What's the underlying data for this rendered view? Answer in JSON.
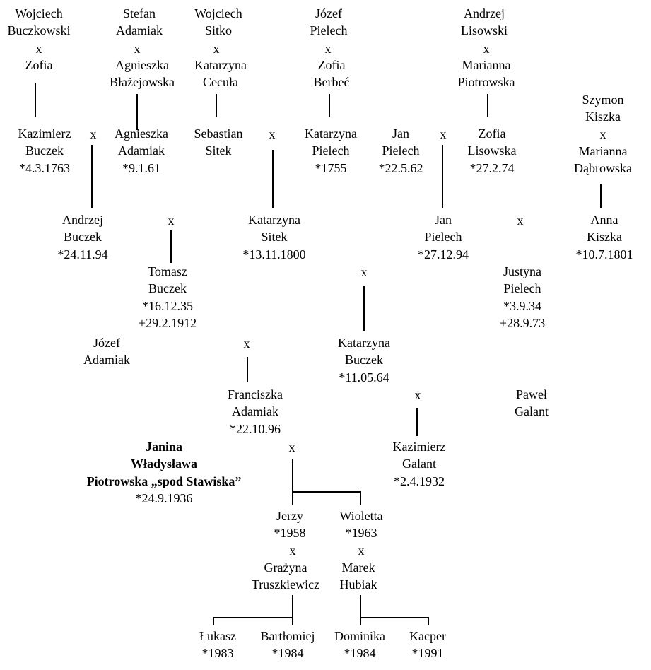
{
  "nodes": {
    "wojciech_buczkowski": [
      "Wojciech",
      "Buczkowski"
    ],
    "zofia_1": [
      "Zofia"
    ],
    "stefan_adamiak": [
      "Stefan",
      "Adamiak"
    ],
    "agnieszka_blazejowska": [
      "Agnieszka",
      "Błażejowska"
    ],
    "wojciech_sitko": [
      "Wojciech",
      "Sitko"
    ],
    "katarzyna_cecula": [
      "Katarzyna",
      "Cecuła"
    ],
    "jozef_pielech": [
      "Józef",
      "Pielech"
    ],
    "zofia_berbec": [
      "Zofia",
      "Berbeć"
    ],
    "andrzej_lisowski": [
      "Andrzej",
      "Lisowski"
    ],
    "marianna_piotrowska": [
      "Marianna",
      "Piotrowska"
    ],
    "szymon_kiszka_marianna": [
      "Szymon",
      "Kiszka",
      "x",
      "Marianna",
      "Dąbrowska"
    ],
    "kazimierz_buczek": [
      "Kazimierz",
      "Buczek",
      "*4.3.1763"
    ],
    "agnieszka_adamiak": [
      "Agnieszka",
      "Adamiak",
      "*9.1.61"
    ],
    "sebastian_sitek": [
      "Sebastian",
      "Sitek"
    ],
    "katarzyna_pielech": [
      "Katarzyna",
      "Pielech",
      "*1755"
    ],
    "jan_pielech_1": [
      "Jan",
      "Pielech",
      "*22.5.62"
    ],
    "zofia_lisowska": [
      "Zofia",
      "Lisowska",
      "*27.2.74"
    ],
    "andrzej_buczek": [
      "Andrzej",
      "Buczek",
      "*24.11.94"
    ],
    "katarzyna_sitek": [
      "Katarzyna",
      "Sitek",
      "*13.11.1800"
    ],
    "jan_pielech_2": [
      "Jan",
      "Pielech",
      "*27.12.94"
    ],
    "anna_kiszka": [
      "Anna",
      "Kiszka",
      "*10.7.1801"
    ],
    "tomasz_buczek": [
      "Tomasz",
      "Buczek",
      "*16.12.35",
      "+29.2.1912"
    ],
    "justyna_pielech": [
      "Justyna",
      "Pielech",
      "*3.9.34",
      "+28.9.73"
    ],
    "jozef_adamiak": [
      "Józef",
      "Adamiak"
    ],
    "katarzyna_buczek": [
      "Katarzyna",
      "Buczek",
      "*11.05.64"
    ],
    "franciszka_adamiak": [
      "Franciszka",
      "Adamiak",
      "*22.10.96"
    ],
    "pawel_galant": [
      "Paweł",
      "Galant"
    ],
    "janina_piotrowska": [
      "Janina",
      "Władysława",
      "Piotrowska  „spod Stawiska”"
    ],
    "janina_birth": [
      "*24.9.1936"
    ],
    "kazimierz_galant": [
      "Kazimierz",
      "Galant",
      "*2.4.1932"
    ],
    "jerzy": [
      "Jerzy",
      "*1958"
    ],
    "wioletta": [
      "Wioletta",
      "*1963"
    ],
    "grazyna_truszkiewicz": [
      "Grażyna",
      "Truszkiewicz"
    ],
    "marek_hubiak": [
      "Marek",
      "Hubiak"
    ],
    "lukasz": [
      "Łukasz",
      "*1983"
    ],
    "bartlomiej": [
      "Bartłomiej",
      "*1984"
    ],
    "dominika": [
      "Dominika",
      "*1984"
    ],
    "kacper": [
      "Kacper",
      "*1991"
    ]
  },
  "marriage_symbol": "x"
}
